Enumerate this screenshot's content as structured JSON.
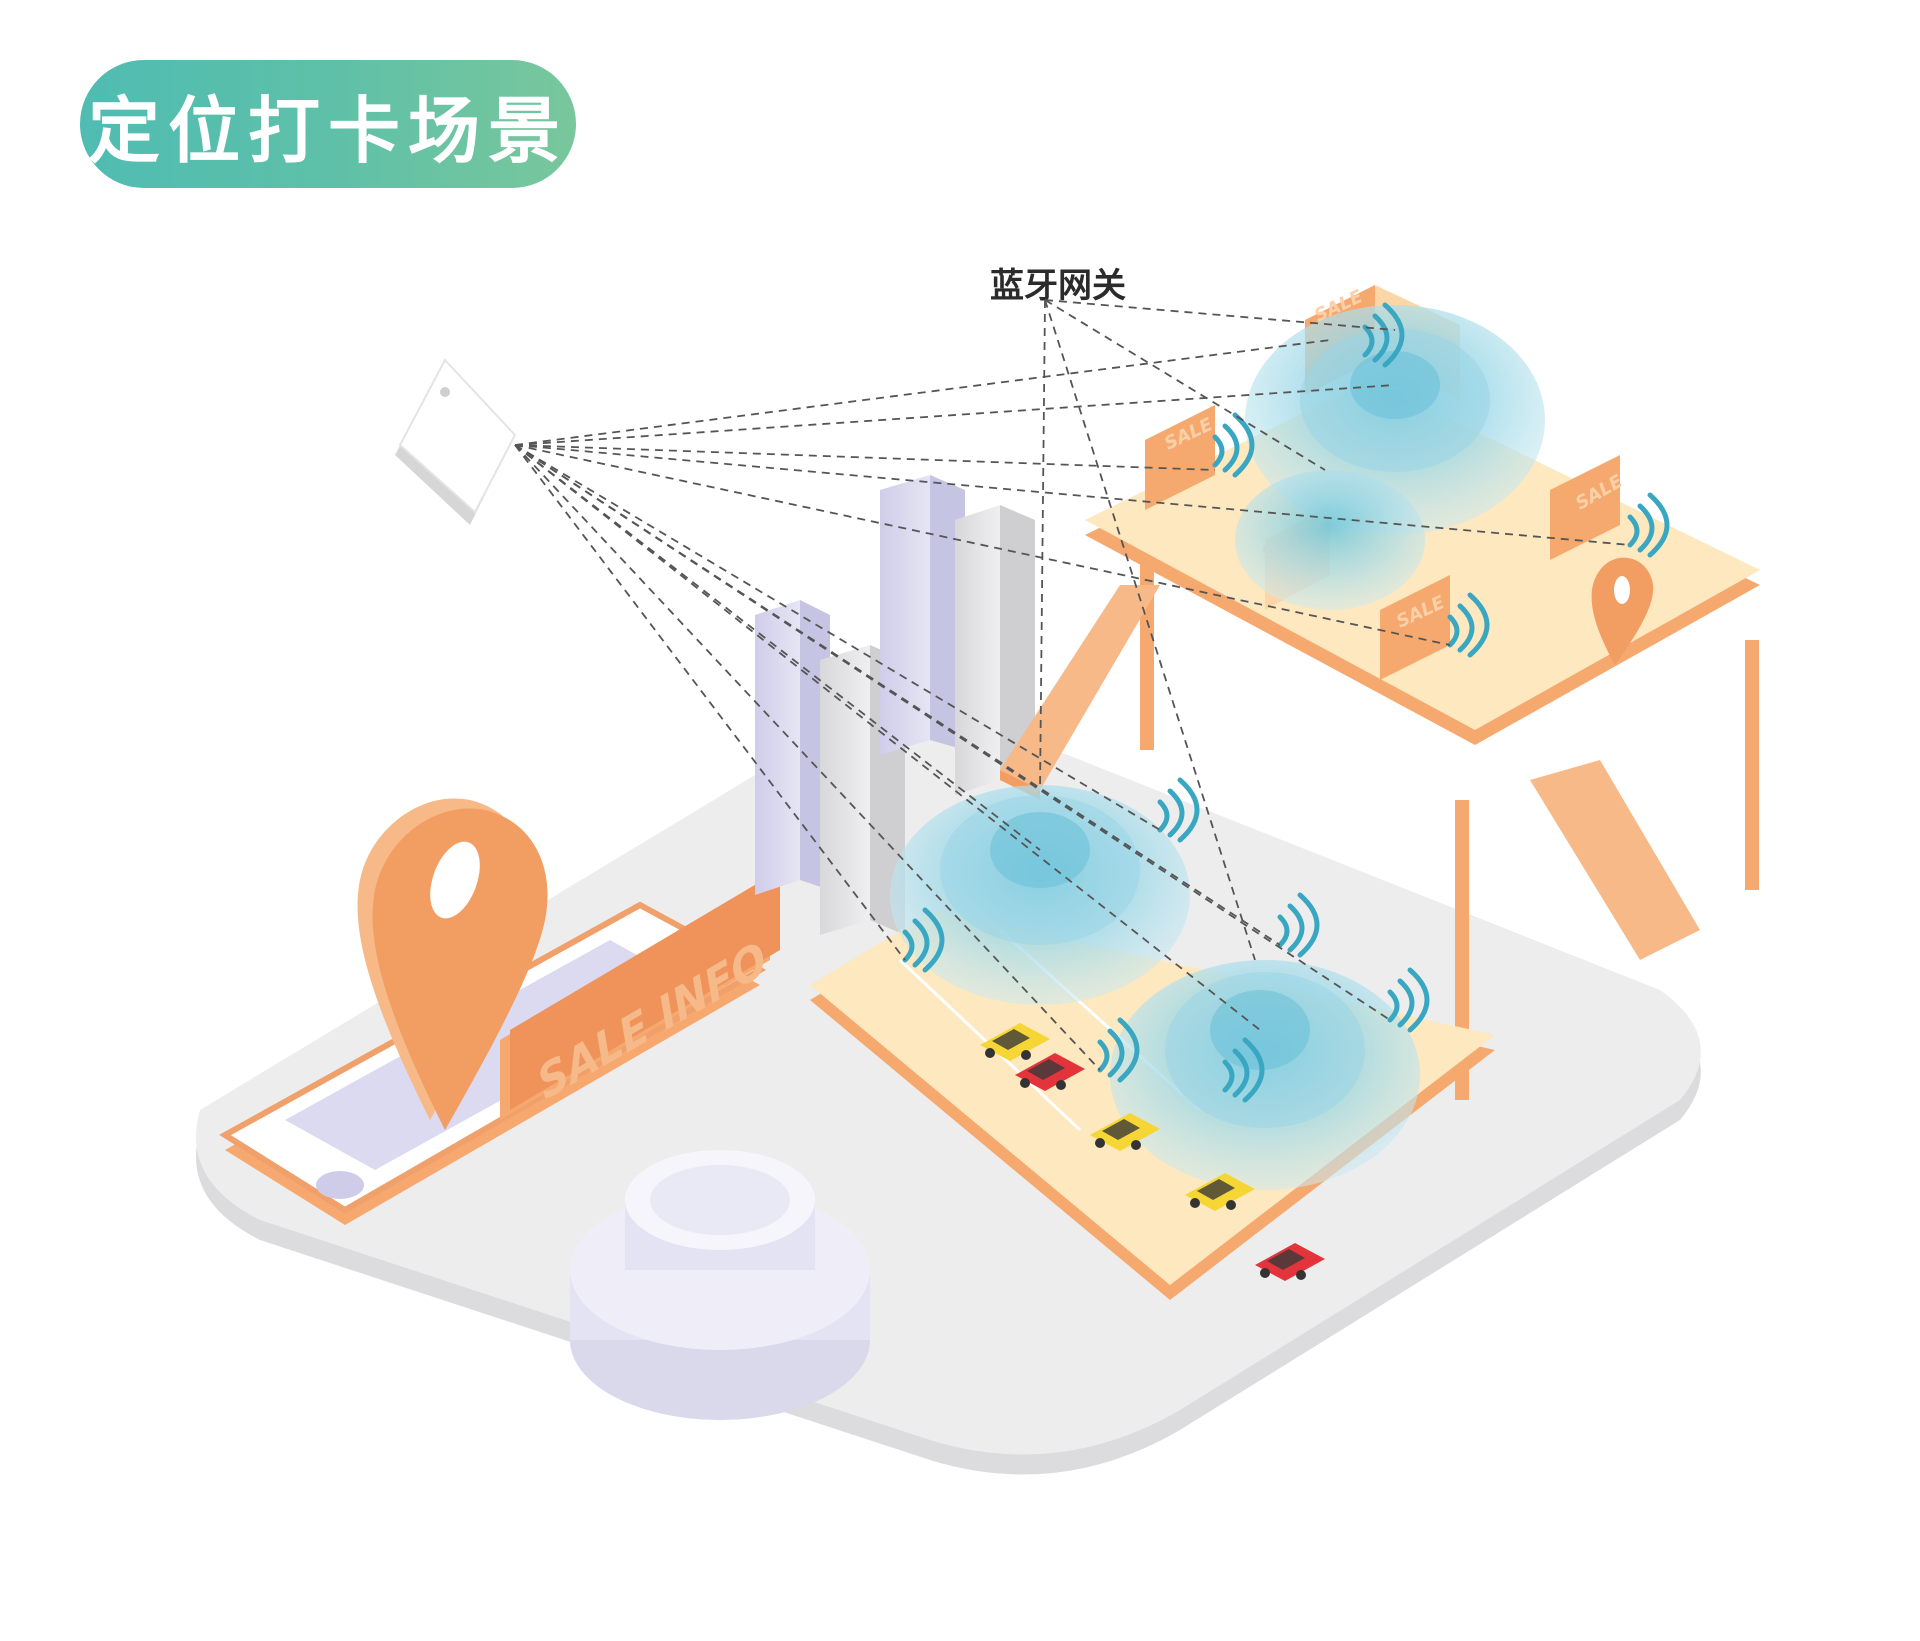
{
  "title": "定位打卡场景",
  "gateway_label": "蓝牙网关",
  "sign_text": "SALE INFO",
  "shop_sign": "SALE",
  "colors": {
    "title_gradient_start": "#4fbcb2",
    "title_gradient_end": "#79c79c",
    "platform_top": "#fde8bf",
    "platform_edge": "#f6a96e",
    "base": "#ededee",
    "signal_dome": "#8fd3e3",
    "pin": "#f4a06a",
    "building": "#d7d6ec"
  },
  "icons": [
    "beacon-tag-icon",
    "location-pin-icon",
    "wifi-signal-icon",
    "car-icon",
    "phone-icon"
  ]
}
